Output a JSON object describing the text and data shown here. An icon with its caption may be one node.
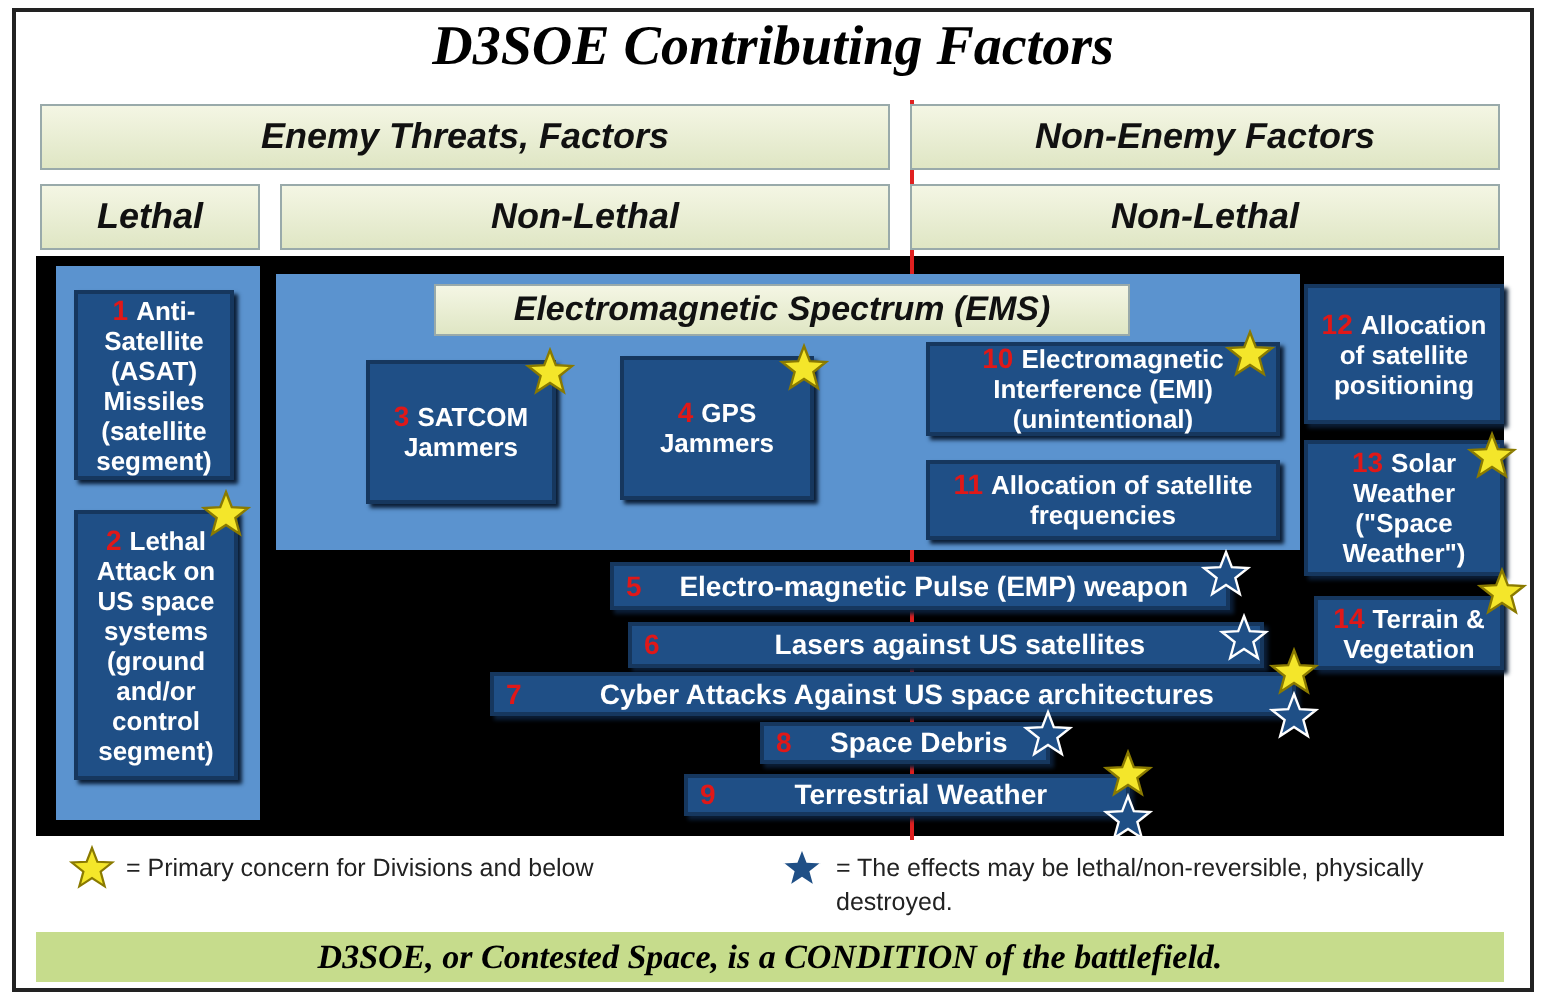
{
  "diagram": {
    "title": "D3SOE Contributing Factors",
    "caption": "D3SOE, or Contested Space, is a CONDITION of the battlefield.",
    "nodes": [
      {
        "text": [
          "Enemy Threats, Factors"
        ]
      },
      {
        "text": [
          "Non-Enemy Factors"
        ]
      },
      {
        "text": [
          "Lethal"
        ]
      },
      {
        "text": [
          "Non-Lethal"
        ]
      },
      {
        "text": [
          "Non-Lethal"
        ]
      },
      {
        "text": [],
        "shape": "box"
      },
      {
        "text": [
          "1",
          "Anti-Satellite (ASAT) Missiles (satellite segment)"
        ],
        "in": 5
      },
      {
        "text": [
          "2",
          "Lethal Attack on US space systems (ground and/or control segment)"
        ],
        "in": 5
      },
      {
        "text": [
          "Electromagnetic Spectrum (EMS)"
        ]
      },
      {
        "text": [
          "3",
          "SATCOM Jammers"
        ],
        "in": 8
      },
      {
        "text": [
          "4",
          "GPS Jammers"
        ],
        "in": 8
      },
      {
        "text": [
          "10",
          "Electromagnetic Interference (EMI) (unintentional)"
        ],
        "in": 8
      },
      {
        "text": [
          "11",
          "Allocation of satellite frequencies"
        ],
        "in": 8
      },
      {
        "text": [
          "12",
          "Allocation of satellite positioning"
        ]
      },
      {
        "text": [
          "13",
          "Solar Weather (\"Space Weather\")"
        ]
      },
      {
        "text": [
          "5",
          "Electro-magnetic Pulse (EMP) weapon"
        ]
      },
      {
        "text": [
          "6",
          "Lasers against US satellites"
        ]
      },
      {
        "text": [
          "7",
          "Cyber Attacks Against US space architectures"
        ]
      },
      {
        "text": [
          "14",
          "Terrain & Vegetation"
        ]
      },
      {
        "text": [
          "8",
          "Space Debris"
        ]
      },
      {
        "text": [
          "9",
          "Terrestrial Weather"
        ]
      }
    ],
    "legend": [
      {
        "text": "= Primary concern for Divisions and below"
      },
      {
        "text": "= The effects may be lethal/non-reversible, physically destroyed."
      }
    ]
  }
}
